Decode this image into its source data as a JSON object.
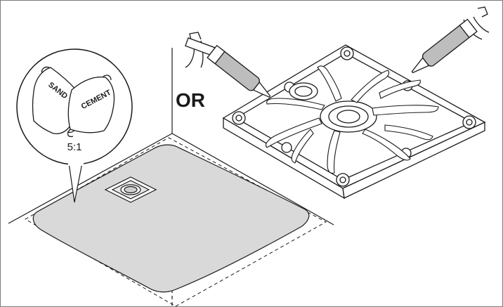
{
  "labels": {
    "sand": "SAND",
    "cement": "CEMENT",
    "ratio": "5:1",
    "or": "OR"
  },
  "colors": {
    "line": "#1a1a1a",
    "mortar_fill": "#d9d9d9",
    "tray_fill": "#ffffff",
    "cartridge_fill": "#bdbdbd",
    "border": "#7a7a7a"
  },
  "icons": [
    "sand-bag-icon",
    "cement-bag-icon",
    "sealant-gun-icon",
    "floor-drain-icon",
    "shower-tray-icon"
  ]
}
